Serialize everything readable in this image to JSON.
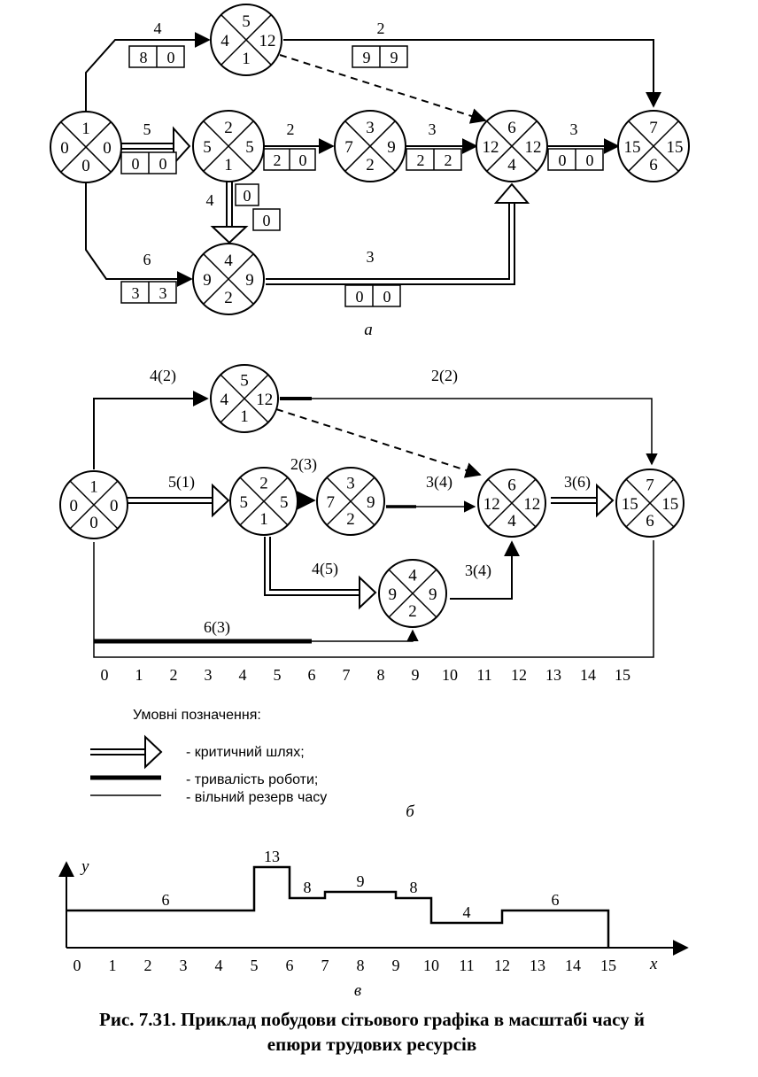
{
  "diagram_a": {
    "nodes": [
      {
        "id": "n1",
        "top": "1",
        "left": "0",
        "right": "0",
        "bottom": "0"
      },
      {
        "id": "n5",
        "top": "5",
        "left": "4",
        "right": "12",
        "bottom": "1"
      },
      {
        "id": "n2",
        "top": "2",
        "left": "5",
        "right": "5",
        "bottom": "1"
      },
      {
        "id": "n3",
        "top": "3",
        "left": "7",
        "right": "9",
        "bottom": "2"
      },
      {
        "id": "n4",
        "top": "4",
        "left": "9",
        "right": "9",
        "bottom": "2"
      },
      {
        "id": "n6",
        "top": "6",
        "left": "12",
        "right": "12",
        "bottom": "4"
      },
      {
        "id": "n7",
        "top": "7",
        "left": "15",
        "right": "15",
        "bottom": "6"
      }
    ],
    "arrows": [
      {
        "from": "n1",
        "to": "n5",
        "duration": "4",
        "reserves": [
          "8",
          "0"
        ]
      },
      {
        "from": "n5",
        "to": "n7",
        "duration": "2",
        "reserves": [
          "9",
          "9"
        ]
      },
      {
        "from": "n1",
        "to": "n2",
        "duration": "5",
        "reserves": [
          "0",
          "0"
        ]
      },
      {
        "from": "n2",
        "to": "n3",
        "duration": "2",
        "reserves": [
          "2",
          "0"
        ]
      },
      {
        "from": "n3",
        "to": "n6",
        "duration": "3",
        "reserves": [
          "2",
          "2"
        ]
      },
      {
        "from": "n6",
        "to": "n7",
        "duration": "3",
        "reserves": [
          "0",
          "0"
        ]
      },
      {
        "from": "n2",
        "to": "n4",
        "duration": "4",
        "reserves": [
          "0",
          "0"
        ]
      },
      {
        "from": "n1",
        "to": "n4",
        "duration": "6",
        "reserves": [
          "3",
          "3"
        ]
      },
      {
        "from": "n4",
        "to": "n6",
        "duration": "3",
        "reserves": [
          "0",
          "0"
        ]
      }
    ],
    "sublabel": "а"
  },
  "diagram_b": {
    "activity_labels": [
      "4(2)",
      "2(2)",
      "5(1)",
      "2(3)",
      "3(4)",
      "3(6)",
      "4(5)",
      "3(4)",
      "6(3)"
    ],
    "time_ticks": [
      "0",
      "1",
      "2",
      "3",
      "4",
      "5",
      "6",
      "7",
      "8",
      "9",
      "10",
      "11",
      "12",
      "13",
      "14",
      "15"
    ],
    "legend": {
      "title": "Умовні позначення:",
      "critical": "- критичний шлях;",
      "duration": "- тривалість роботи;",
      "free_reserve": "- вільний резерв часу"
    },
    "sublabel": "б"
  },
  "chart_data": {
    "type": "line",
    "x": [
      0,
      1,
      2,
      3,
      4,
      5,
      6,
      7,
      8,
      9,
      10,
      11,
      12,
      13,
      14,
      15
    ],
    "series": [
      {
        "values": [
          6,
          6,
          6,
          6,
          6,
          13,
          8,
          9,
          9,
          8,
          4,
          4,
          6,
          6,
          6
        ]
      }
    ],
    "step": "post",
    "segment_labels": [
      "6",
      "13",
      "8",
      "9",
      "8",
      "4",
      "6"
    ],
    "xlabel": "x",
    "ylabel": "y",
    "tick_labels": [
      "0",
      "1",
      "2",
      "3",
      "4",
      "5",
      "6",
      "7",
      "8",
      "9",
      "10",
      "11",
      "12",
      "13",
      "14",
      "15"
    ],
    "sublabel": "в"
  },
  "caption": {
    "line1": "Рис. 7.31. Приклад побудови сітьового графіка в масштабі часу й",
    "line2": "епюри трудових ресурсів"
  }
}
